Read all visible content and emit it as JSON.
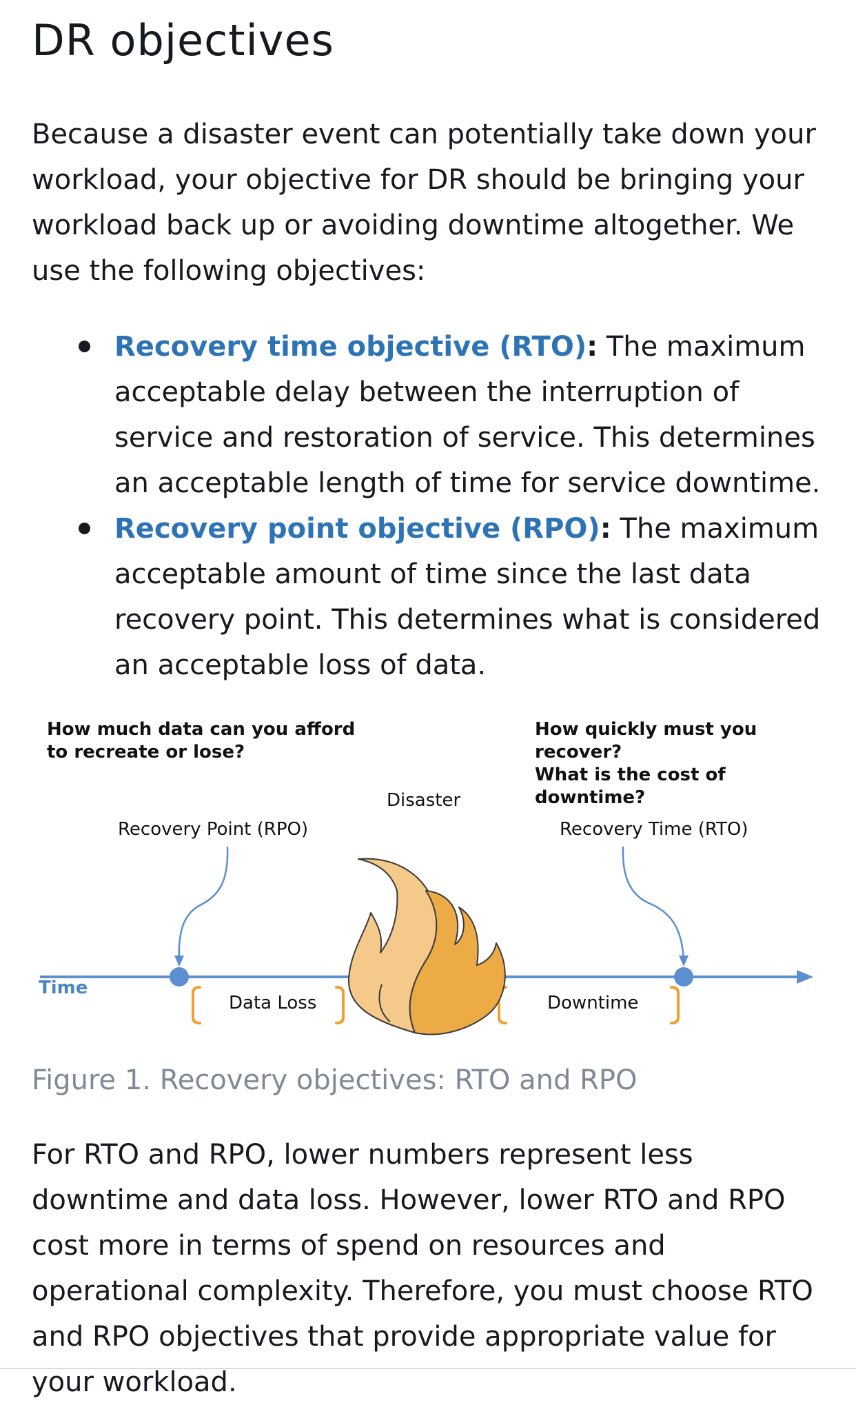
{
  "heading": "DR objectives",
  "intro": "Because a disaster event can potentially take down your workload, your objective for DR should be bringing your workload back up or avoiding downtime altogether. We use the following objectives:",
  "bullets": [
    {
      "term": "Recovery time objective (RTO)",
      "colon": ":",
      "text": " The maximum acceptable delay between the interruption of service and restoration of service. This determines an acceptable length of time for service downtime."
    },
    {
      "term": "Recovery point objective (RPO)",
      "colon": ":",
      "text": " The maximum acceptable amount of time since the last data recovery point. This determines what is considered an acceptable loss of data."
    }
  ],
  "figure": {
    "question_left": "How much data can you afford\nto recreate or lose?",
    "question_right": "How quickly must you recover?\nWhat is the cost of downtime?",
    "disaster_label": "Disaster",
    "rpo_label": "Recovery Point (RPO)",
    "rto_label": "Recovery Time (RTO)",
    "time_label": "Time",
    "data_loss_label": "Data Loss",
    "downtime_label": "Downtime",
    "colors": {
      "timeline": "#5b8fd0",
      "bracket": "#f0a030",
      "flame_light": "#f5c98a",
      "flame_dark": "#ecab45",
      "outline": "#3a3a3a"
    }
  },
  "caption": "Figure 1. Recovery objectives: RTO and RPO",
  "outro": "For RTO and RPO, lower numbers represent less downtime and data loss. However, lower RTO and RPO cost more in terms of spend on resources and operational complexity. Therefore, you must choose RTO and RPO objectives that provide appropriate value for your workload."
}
